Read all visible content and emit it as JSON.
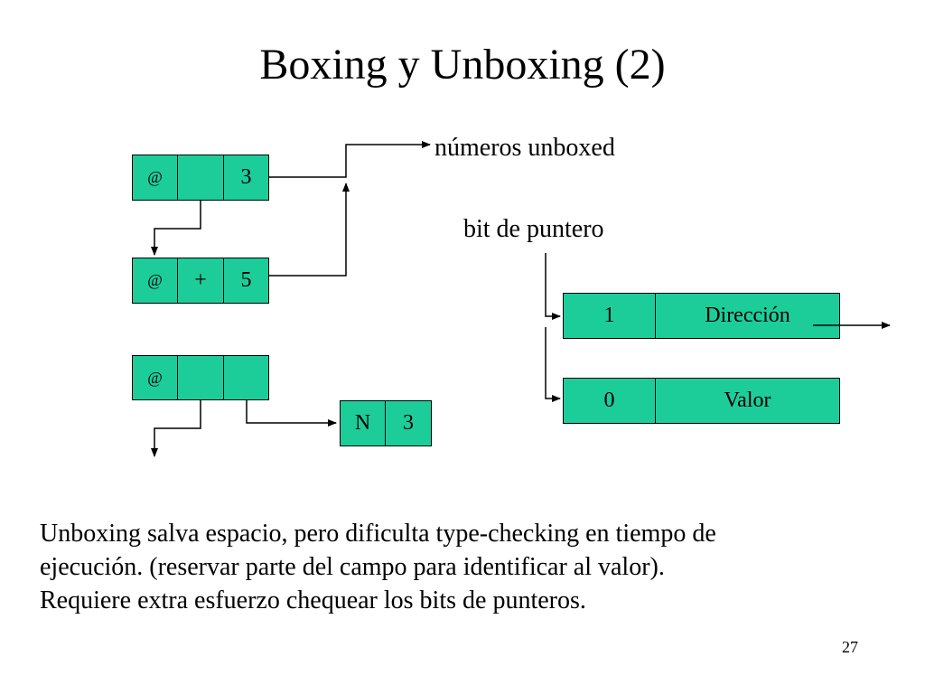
{
  "slide": {
    "title": "Boxing y Unboxing (2)",
    "page_number": "27"
  },
  "diagram": {
    "label_unboxed": "números unboxed",
    "label_pointer_bit": "bit de puntero",
    "box1": [
      "@",
      "",
      "3"
    ],
    "box2": [
      "@",
      "+",
      "5"
    ],
    "box3": [
      "@",
      "",
      ""
    ],
    "box4": [
      "N",
      "3"
    ],
    "field_address": [
      "1",
      "Dirección"
    ],
    "field_value": [
      "0",
      "Valor"
    ],
    "cell_color": "#1ccd9a"
  },
  "text": {
    "lines": [
      "Unboxing salva espacio, pero dificulta type-checking en tiempo de",
      "ejecución. (reservar parte del campo para identificar al valor).",
      "Requiere extra esfuerzo chequear los bits de punteros."
    ]
  }
}
